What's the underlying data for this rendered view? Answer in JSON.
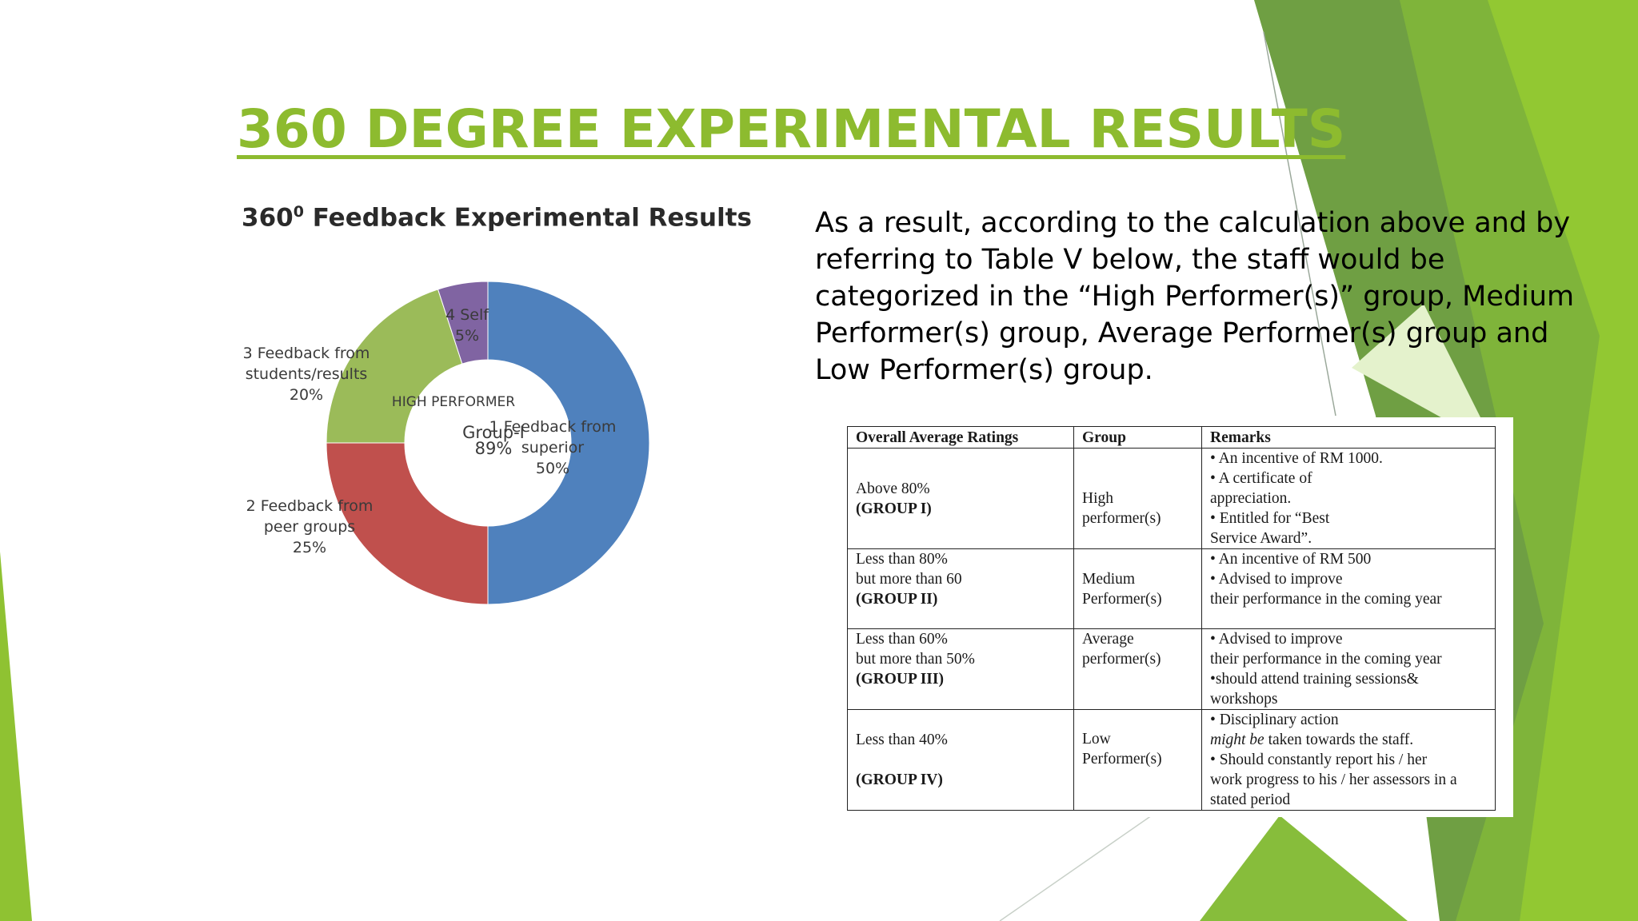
{
  "slide": {
    "title": "360 DEGREE EXPERIMENTAL RESULTS",
    "body": "As a result, according to the calculation above and by referring to Table V below, the staff would be categorized in the “High Performer(s)” group, Medium Performer(s) group, Average Performer(s) group and Low Performer(s) group.",
    "colors": {
      "title": "#8dbb2f",
      "decor_green_dark": "#6e9e3d",
      "decor_green_light": "#9ccb3a"
    }
  },
  "chart_data": {
    "type": "pie",
    "title_main": "360",
    "title_sup": "0",
    "title_rest": " Feedback Experimental  Results",
    "center_label_1": "HIGH PERFORMER",
    "center_label_2": "Group-I",
    "center_label_3": "89%",
    "slices": [
      {
        "id": 1,
        "label_lines": [
          "1 Feedback from",
          "superior",
          "50%"
        ],
        "value": 50,
        "color": "#4f81bd"
      },
      {
        "id": 2,
        "label_lines": [
          "2 Feedback from",
          "peer groups",
          "25%"
        ],
        "value": 25,
        "color": "#c0504d"
      },
      {
        "id": 3,
        "label_lines": [
          "3 Feedback from",
          "students/results",
          "20%"
        ],
        "value": 20,
        "color": "#9bbb59"
      },
      {
        "id": 4,
        "label_lines": [
          "4 Self",
          "5%"
        ],
        "value": 5,
        "color": "#8064a2"
      }
    ]
  },
  "table": {
    "headers": [
      "Overall Average Ratings",
      "Group",
      "Remarks"
    ],
    "rows": [
      {
        "ratings": [
          "Above 80%",
          "(GROUP I)"
        ],
        "group": [
          "High",
          "performer(s)"
        ],
        "remarks": [
          "• An incentive of RM 1000.",
          "• A certificate of",
          "appreciation.",
          "• Entitled for “Best",
          "Service Award”."
        ]
      },
      {
        "ratings": [
          "Less than 80%",
          "but more than  60",
          "(GROUP II)"
        ],
        "group": [
          "Medium",
          "Performer(s)"
        ],
        "remarks": [
          "• An incentive of RM 500",
          "• Advised to improve",
          "their performance in the coming year"
        ]
      },
      {
        "ratings": [
          "Less than 60%",
          "but more than  50%",
          "(GROUP III)"
        ],
        "group": [
          "Average",
          "performer(s)"
        ],
        "remarks": [
          "• Advised to improve",
          "their performance in the coming year",
          "•should attend training  sessions&",
          "workshops"
        ]
      },
      {
        "ratings": [
          "Less than 40%",
          "(GROUP IV)"
        ],
        "group": [
          "Low",
          "Performer(s)"
        ],
        "remarks_1": "• Disciplinary action",
        "remarks_2_italic": "might be",
        "remarks_2_rest": " taken towards the staff.",
        "remarks_3": "• Should constantly report his / her",
        "remarks_4": "work progress to his / her assessors in a",
        "remarks_5": "stated period"
      }
    ]
  }
}
